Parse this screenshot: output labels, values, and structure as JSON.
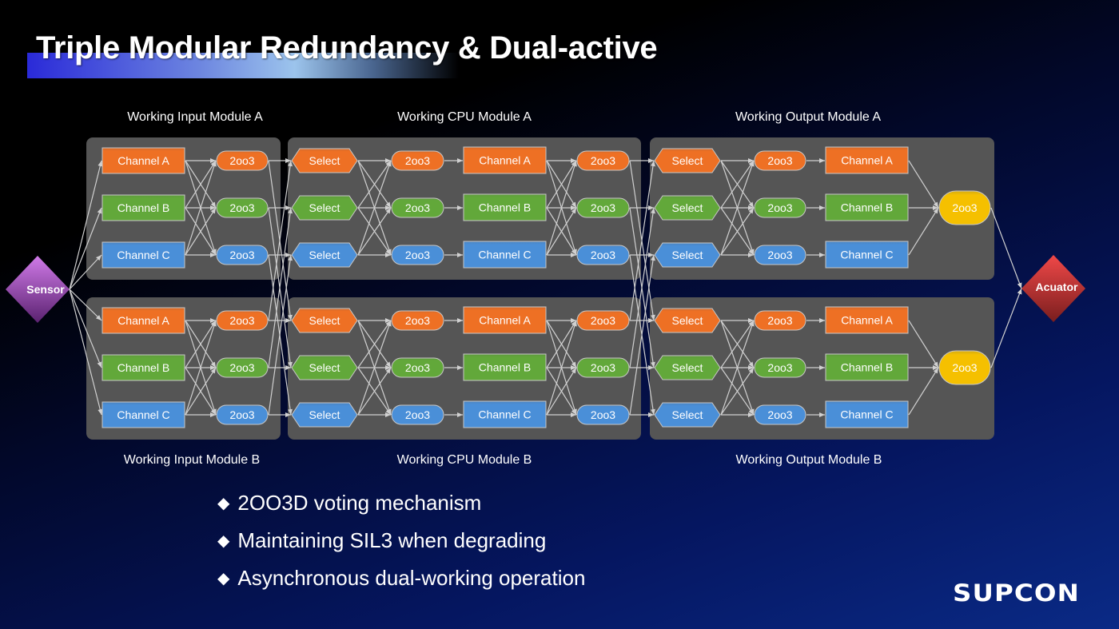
{
  "title": "Triple Modular Redundancy & Dual-active",
  "colors": {
    "channel_a": "#ee7024",
    "channel_b": "#62a83a",
    "channel_c": "#4a8fd8",
    "voter_final": "#f5c000",
    "sensor": "#a050c8",
    "actuator": "#d42a2a",
    "module_bg": "#555555",
    "edge": "#d0d0d0"
  },
  "module_labels": {
    "input_a": "Working Input Module A",
    "cpu_a": "Working CPU Module A",
    "output_a": "Working Output Module A",
    "input_b": "Working Input Module B",
    "cpu_b": "Working CPU Module B",
    "output_b": "Working Output Module B"
  },
  "endpoints": {
    "sensor": "Sensor",
    "actuator": "Acuator"
  },
  "nodes": {
    "channel_a": "Channel A",
    "channel_b": "Channel B",
    "channel_c": "Channel C",
    "select": "Select",
    "voter": "2oo3"
  },
  "bullets": [
    "2OO3D voting mechanism",
    "Maintaining SIL3 when degrading",
    " Asynchronous dual-working operation"
  ],
  "bullet_icon": "diamond-bullet-icon",
  "logo": "SUPCON"
}
